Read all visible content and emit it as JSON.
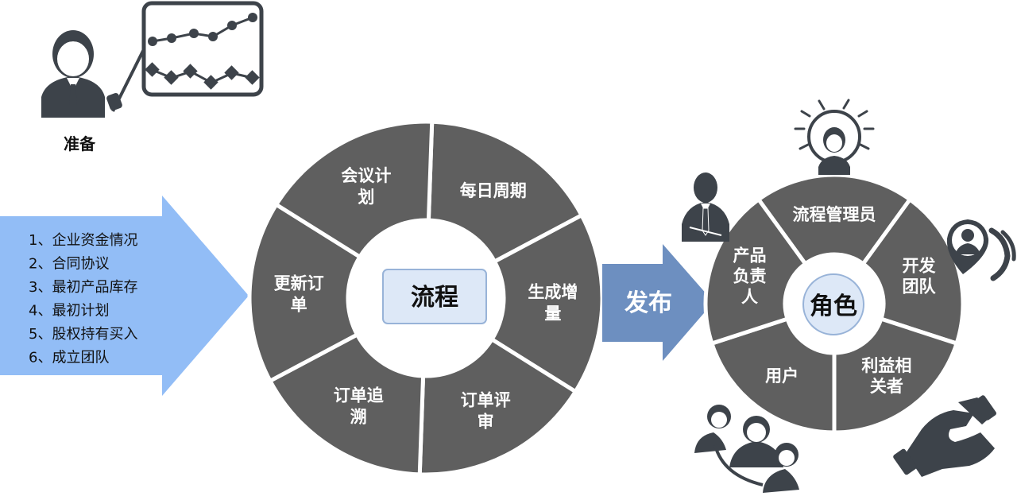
{
  "prepare": {
    "label": "准备",
    "items": [
      "1、企业资金情况",
      "2、合同协议",
      "3、最初产品库存",
      "4、最初计划",
      "5、股权持有买入",
      "6、成立团队"
    ]
  },
  "process": {
    "center": "流程",
    "segments": [
      [
        "每日周期"
      ],
      [
        "生成增",
        "量"
      ],
      [
        "订单评",
        "审"
      ],
      [
        "订单追",
        "溯"
      ],
      [
        "更新订",
        "单"
      ],
      [
        "会议计",
        "划"
      ]
    ]
  },
  "publish": {
    "label": "发布"
  },
  "roles": {
    "center": "角色",
    "segments": [
      [
        "流程管理员"
      ],
      [
        "开发",
        "团队"
      ],
      [
        "利益相",
        "关者"
      ],
      [
        "用户"
      ],
      [
        "产品",
        "负责",
        "人"
      ]
    ]
  },
  "icons": [
    "presenter-icon",
    "line-chart-icon",
    "idea-person-icon",
    "businessman-icon",
    "team-location-icon",
    "users-group-icon",
    "handshake-icon"
  ]
}
